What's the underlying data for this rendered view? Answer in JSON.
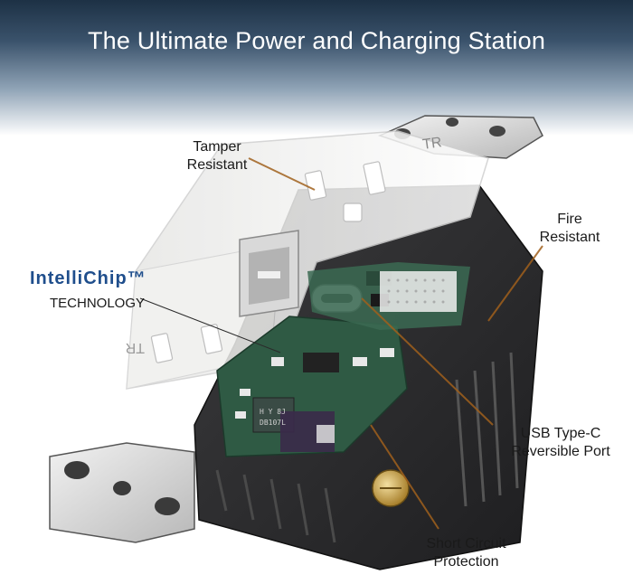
{
  "title": "The Ultimate Power and Charging Station",
  "brand": {
    "name": "IntelliChip™",
    "subtitle": "TECHNOLOGY",
    "color": "#1f4e8c"
  },
  "callouts": {
    "tamper": {
      "line1": "Tamper",
      "line2": "Resistant"
    },
    "fire": {
      "line1": "Fire",
      "line2": "Resistant"
    },
    "usbc": {
      "line1": "USB Type-C",
      "line2": "Reversible Port"
    },
    "short": {
      "line1": "Short Circuit",
      "line2": "Protection"
    }
  },
  "product": {
    "receptacle_marks": [
      "TR",
      "TR"
    ],
    "chip_marking": [
      "H Y 8J",
      "DB107L"
    ]
  },
  "colors": {
    "leader": "#a0601c",
    "housing": "#2e2e30",
    "faceplate": "#f4f4f2",
    "pcb": "#2f5a44"
  }
}
